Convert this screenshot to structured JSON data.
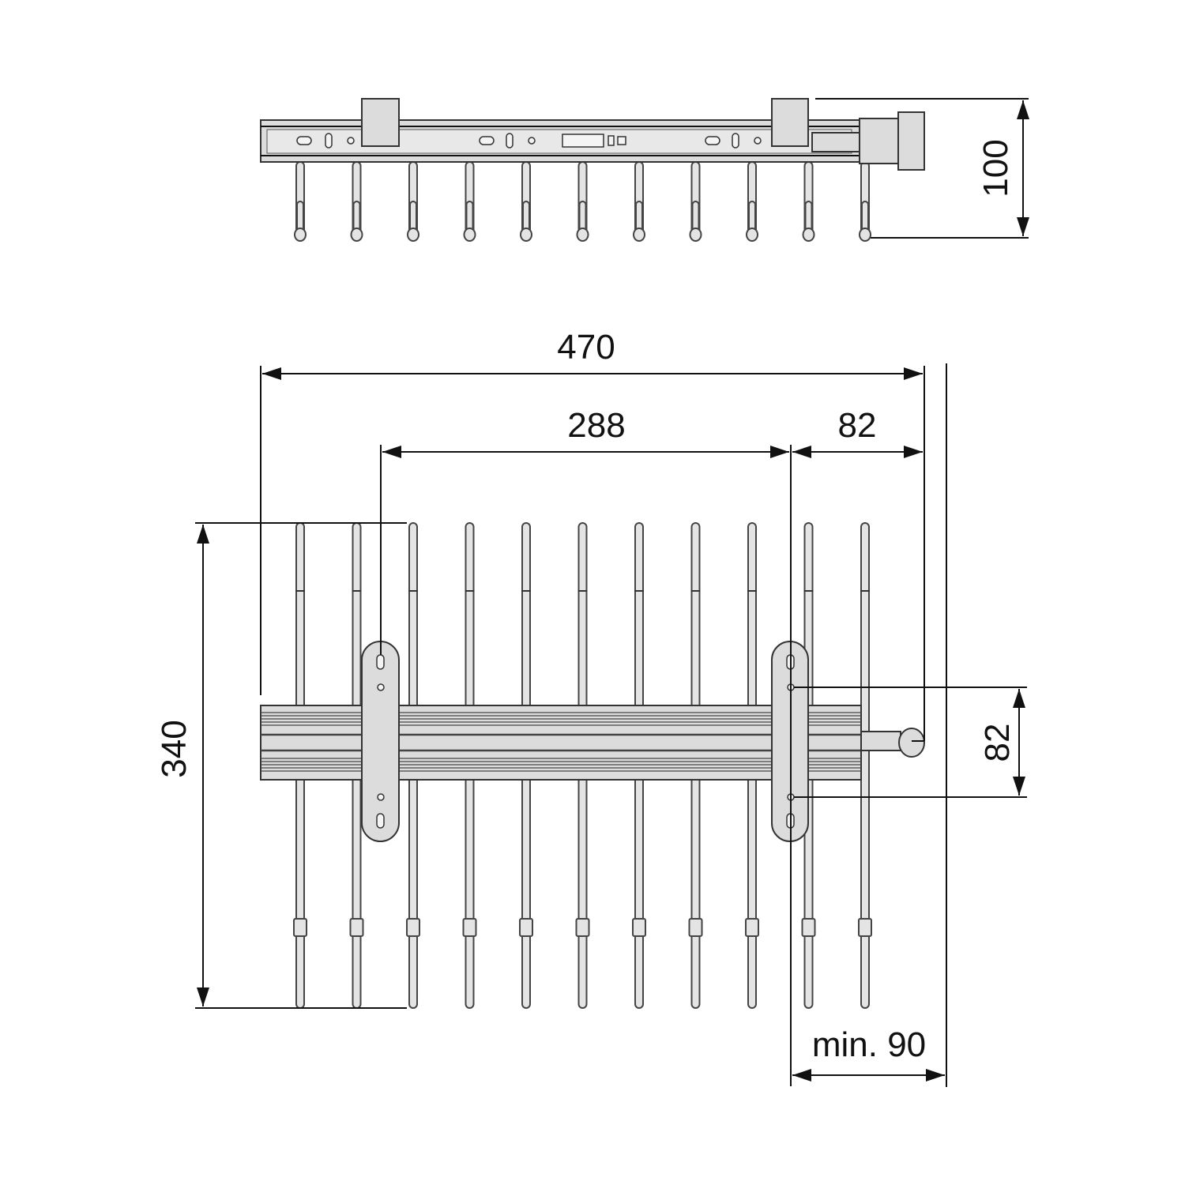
{
  "title": "Pull-out trouser rack technical drawing",
  "dimensions": {
    "height_top_view": "100",
    "overall_width": "470",
    "bracket_spacing": "288",
    "bracket_offset": "82",
    "depth": "340",
    "vertical_hole_spacing": "82",
    "min_clearance": "min. 90"
  },
  "rod_count": 11,
  "colors": {
    "part_fill": "#dcdcdc",
    "line": "#111111"
  }
}
